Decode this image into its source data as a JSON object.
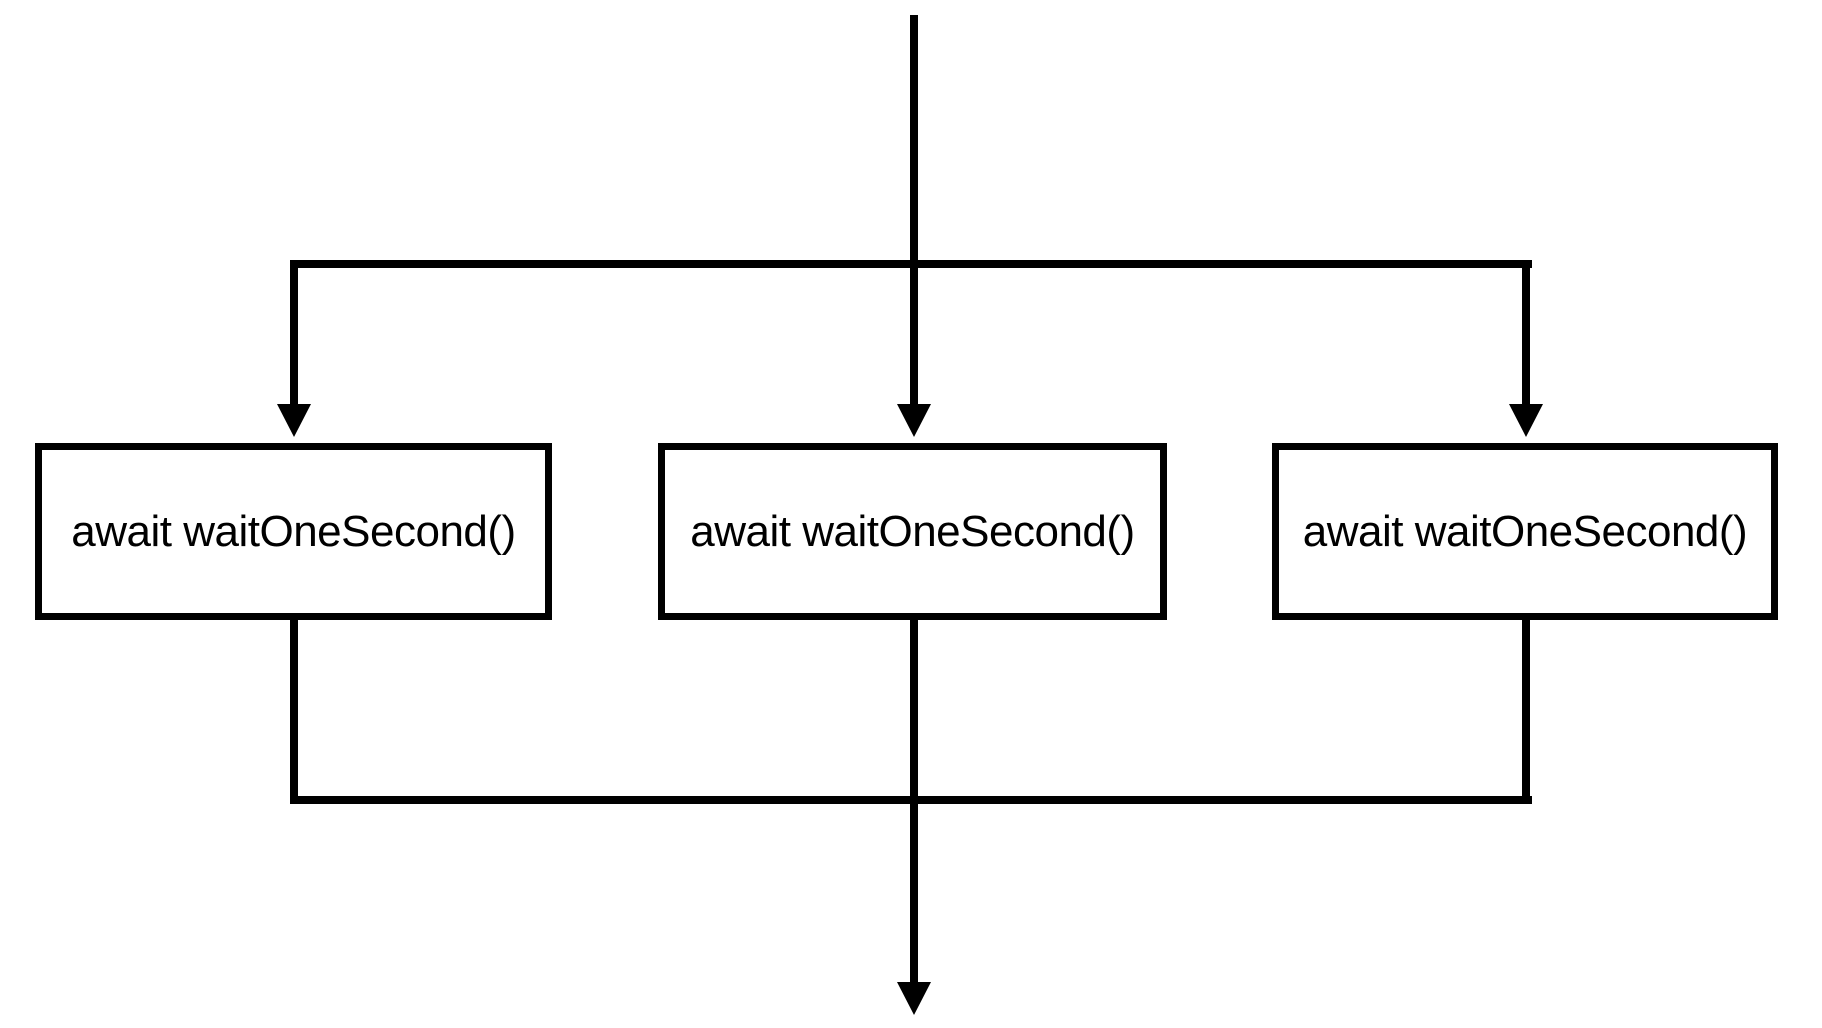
{
  "diagram": {
    "type": "flowchart-fork-join",
    "colors": {
      "stroke": "#000000",
      "background": "#ffffff"
    },
    "nodes": [
      {
        "label": "await waitOneSecond()"
      },
      {
        "label": "await waitOneSecond()"
      },
      {
        "label": "await waitOneSecond()"
      }
    ]
  }
}
